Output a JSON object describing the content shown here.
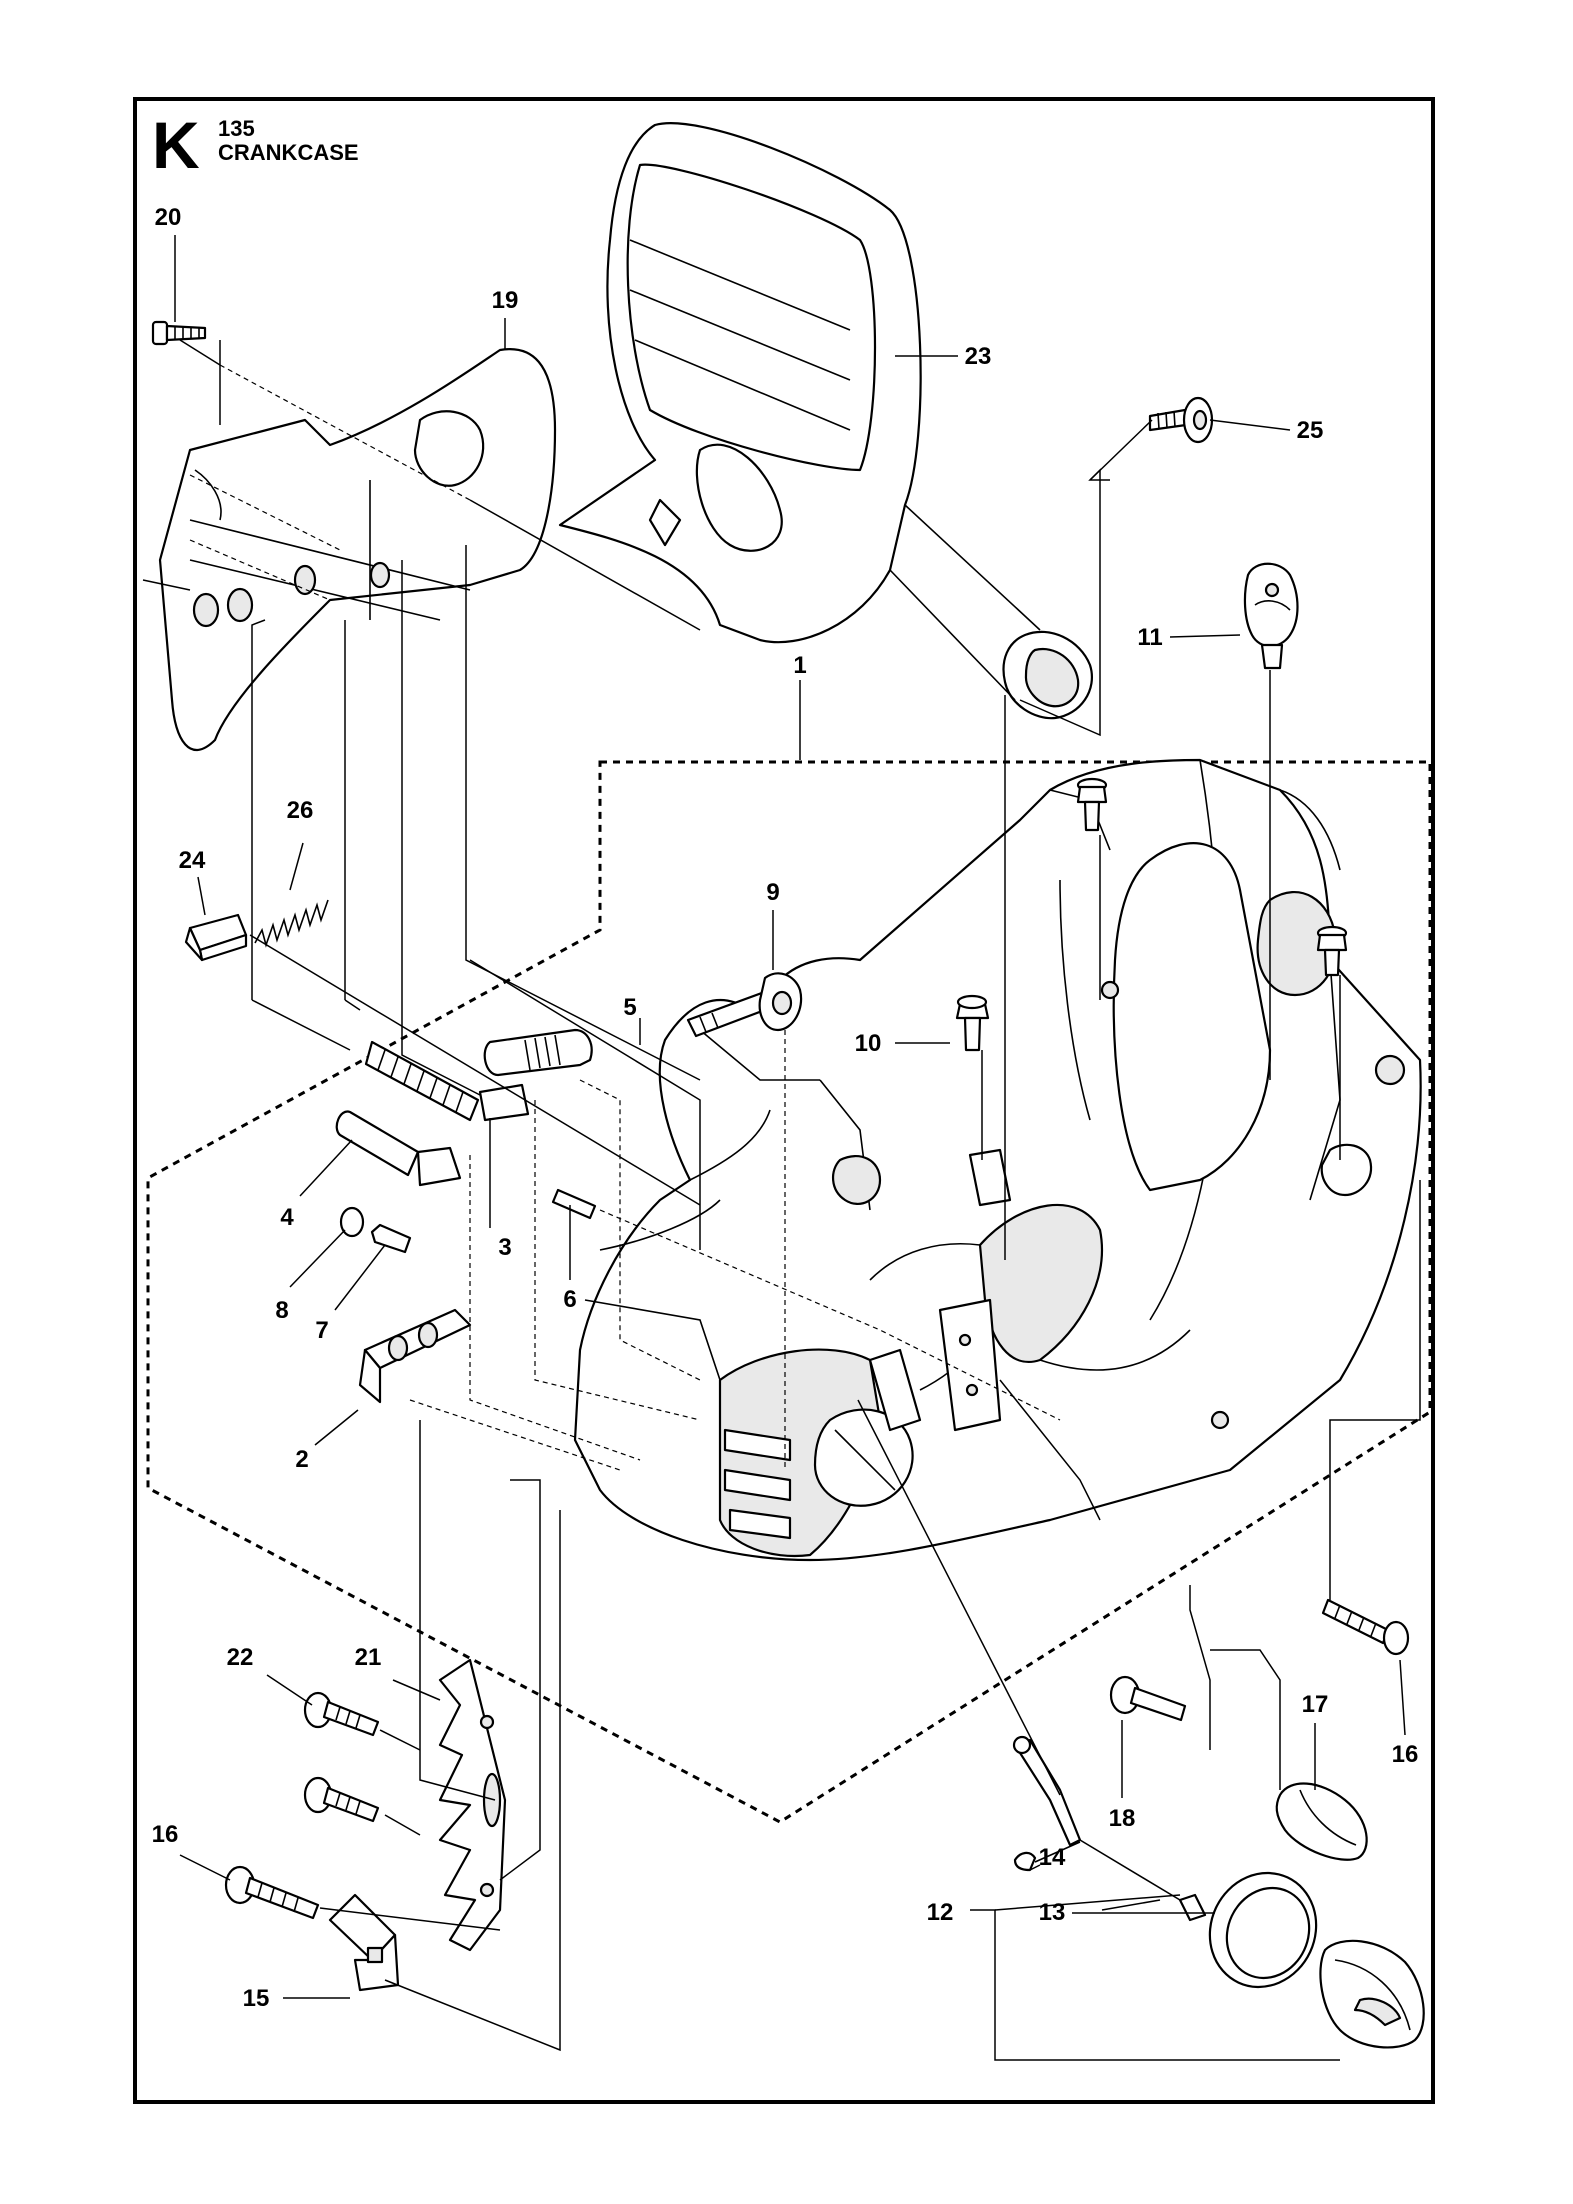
{
  "header": {
    "section_letter": "K",
    "section_code": "135",
    "section_title": "CRANKCASE"
  },
  "callouts": [
    "1",
    "2",
    "3",
    "4",
    "5",
    "6",
    "7",
    "8",
    "9",
    "10",
    "11",
    "12",
    "13",
    "14",
    "15",
    "16",
    "16",
    "17",
    "18",
    "19",
    "20",
    "21",
    "22",
    "23",
    "24",
    "25",
    "26"
  ]
}
